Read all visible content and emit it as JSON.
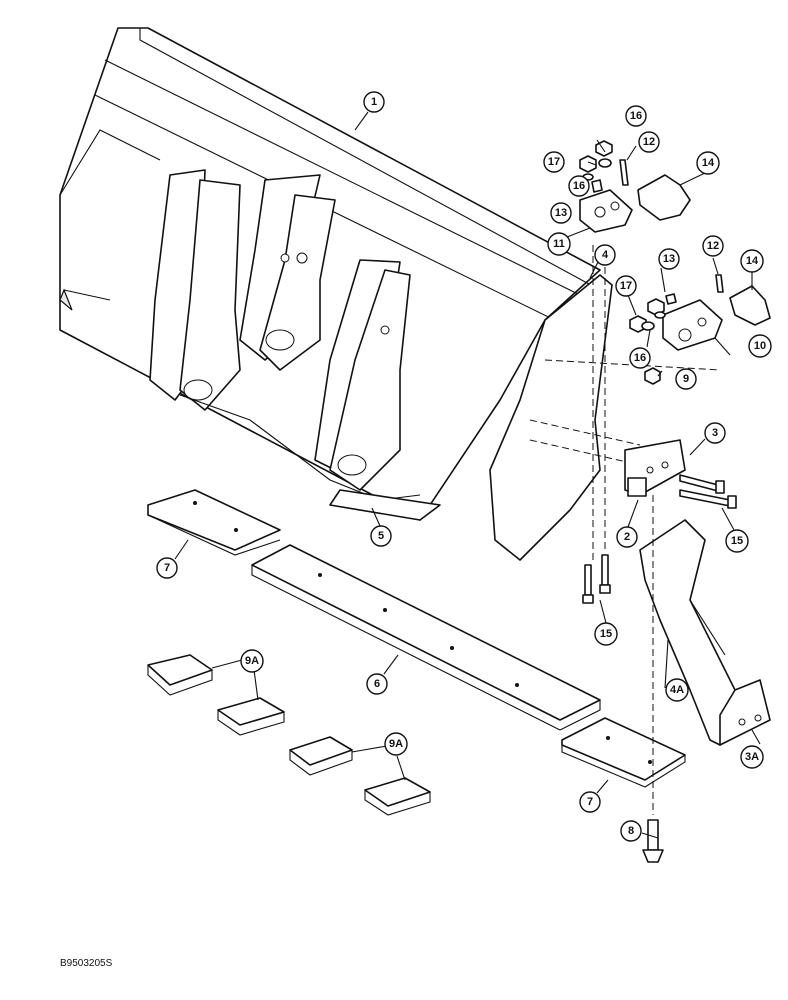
{
  "drawing_code": "B9503205S",
  "callouts": [
    {
      "id": "1",
      "label": "1"
    },
    {
      "id": "2",
      "label": "2"
    },
    {
      "id": "3",
      "label": "3"
    },
    {
      "id": "3A",
      "label": "3A"
    },
    {
      "id": "4",
      "label": "4"
    },
    {
      "id": "4A",
      "label": "4A"
    },
    {
      "id": "5",
      "label": "5"
    },
    {
      "id": "6",
      "label": "6"
    },
    {
      "id": "7a",
      "label": "7"
    },
    {
      "id": "7b",
      "label": "7"
    },
    {
      "id": "8",
      "label": "8"
    },
    {
      "id": "9",
      "label": "9"
    },
    {
      "id": "9Aa",
      "label": "9A"
    },
    {
      "id": "9Ab",
      "label": "9A"
    },
    {
      "id": "10",
      "label": "10"
    },
    {
      "id": "11",
      "label": "11"
    },
    {
      "id": "12a",
      "label": "12"
    },
    {
      "id": "12b",
      "label": "12"
    },
    {
      "id": "13a",
      "label": "13"
    },
    {
      "id": "13b",
      "label": "13"
    },
    {
      "id": "14a",
      "label": "14"
    },
    {
      "id": "14b",
      "label": "14"
    },
    {
      "id": "15a",
      "label": "15"
    },
    {
      "id": "15b",
      "label": "15"
    },
    {
      "id": "16a",
      "label": "16"
    },
    {
      "id": "16b",
      "label": "16"
    },
    {
      "id": "16c",
      "label": "16"
    },
    {
      "id": "17a",
      "label": "17"
    },
    {
      "id": "17b",
      "label": "17"
    }
  ]
}
